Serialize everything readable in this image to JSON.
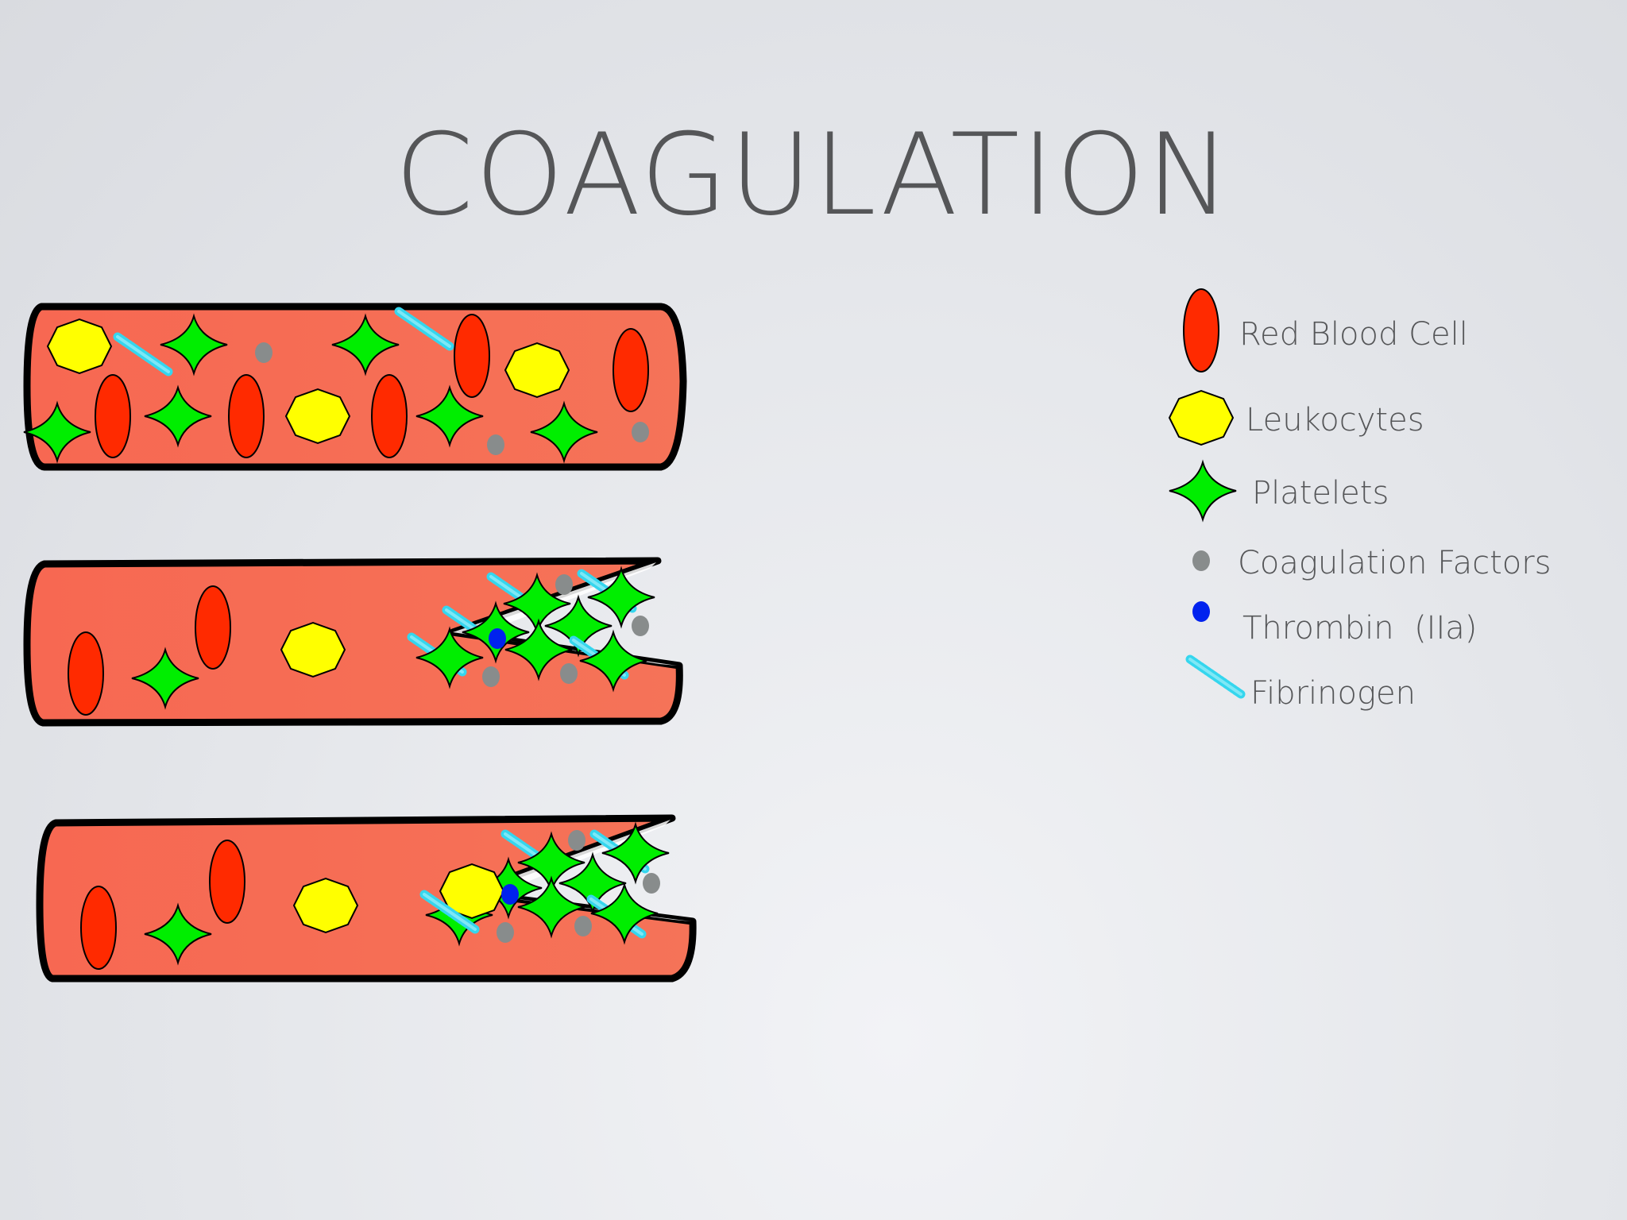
{
  "title": "COAGULATION",
  "legend": {
    "red_blood_cell": "Red Blood Cell",
    "leukocytes": "Leukocytes",
    "platelets": "Platelets",
    "coagulation_factors": "Coagulation Factors",
    "thrombin": "Thrombin  (IIa)",
    "fibrinogen": "Fibrinogen"
  },
  "colors": {
    "background": "#e4e6ea",
    "vessel": "#f56c54",
    "vessel_outline": "#000000",
    "red_blood_cell": "#ff2a00",
    "leukocyte": "#ffff00",
    "platelet": "#00ee00",
    "coagulation_factor": "#888c8c",
    "thrombin": "#0022ee",
    "fibrinogen": "#35d6ee",
    "text": "#555658"
  }
}
